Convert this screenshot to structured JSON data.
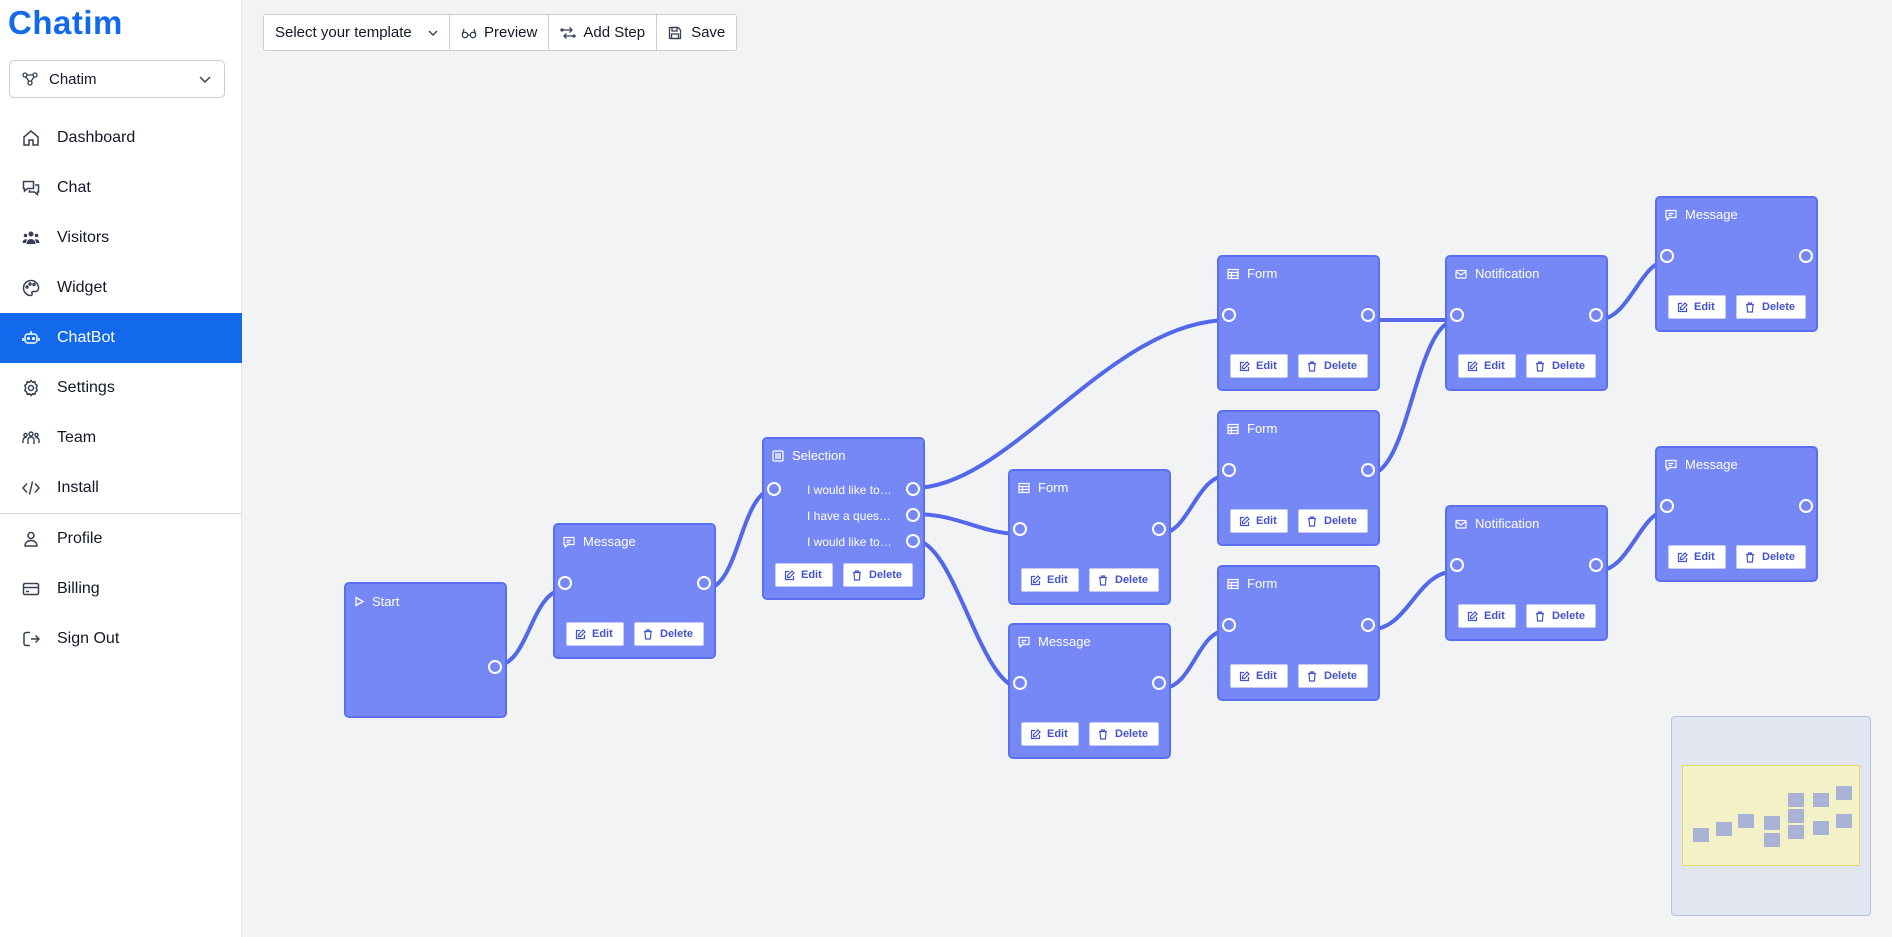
{
  "app": {
    "logo": "Chatim"
  },
  "sidebar": {
    "org": "Chatim",
    "items": [
      {
        "label": "Dashboard",
        "icon": "home-icon"
      },
      {
        "label": "Chat",
        "icon": "chat-bubbles-icon"
      },
      {
        "label": "Visitors",
        "icon": "users-icon"
      },
      {
        "label": "Widget",
        "icon": "palette-icon"
      },
      {
        "label": "ChatBot",
        "icon": "robot-icon",
        "active": true
      },
      {
        "label": "Settings",
        "icon": "gear-icon"
      },
      {
        "label": "Team",
        "icon": "team-icon"
      },
      {
        "label": "Install",
        "icon": "code-icon"
      }
    ],
    "bottom_items": [
      {
        "label": "Profile",
        "icon": "user-icon"
      },
      {
        "label": "Billing",
        "icon": "credit-card-icon"
      },
      {
        "label": "Sign Out",
        "icon": "sign-out-icon"
      }
    ]
  },
  "toolbar": {
    "template_placeholder": "Select your template",
    "preview": "Preview",
    "add_step": "Add Step",
    "save": "Save"
  },
  "flow": {
    "edit_label": "Edit",
    "delete_label": "Delete",
    "start": {
      "title": "Start"
    },
    "message1": {
      "title": "Message"
    },
    "selection": {
      "title": "Selection",
      "options": [
        "I would like to…",
        "I have a ques…",
        "I would like to…"
      ]
    },
    "form1": {
      "title": "Form"
    },
    "message2": {
      "title": "Message"
    },
    "form2": {
      "title": "Form"
    },
    "form3": {
      "title": "Form"
    },
    "form4": {
      "title": "Form"
    },
    "notification1": {
      "title": "Notification"
    },
    "notification2": {
      "title": "Notification"
    },
    "message3": {
      "title": "Message"
    },
    "message4": {
      "title": "Message"
    }
  },
  "colors": {
    "accent": "#1269ec",
    "node": "#7688f5",
    "edge": "#5267ea"
  }
}
